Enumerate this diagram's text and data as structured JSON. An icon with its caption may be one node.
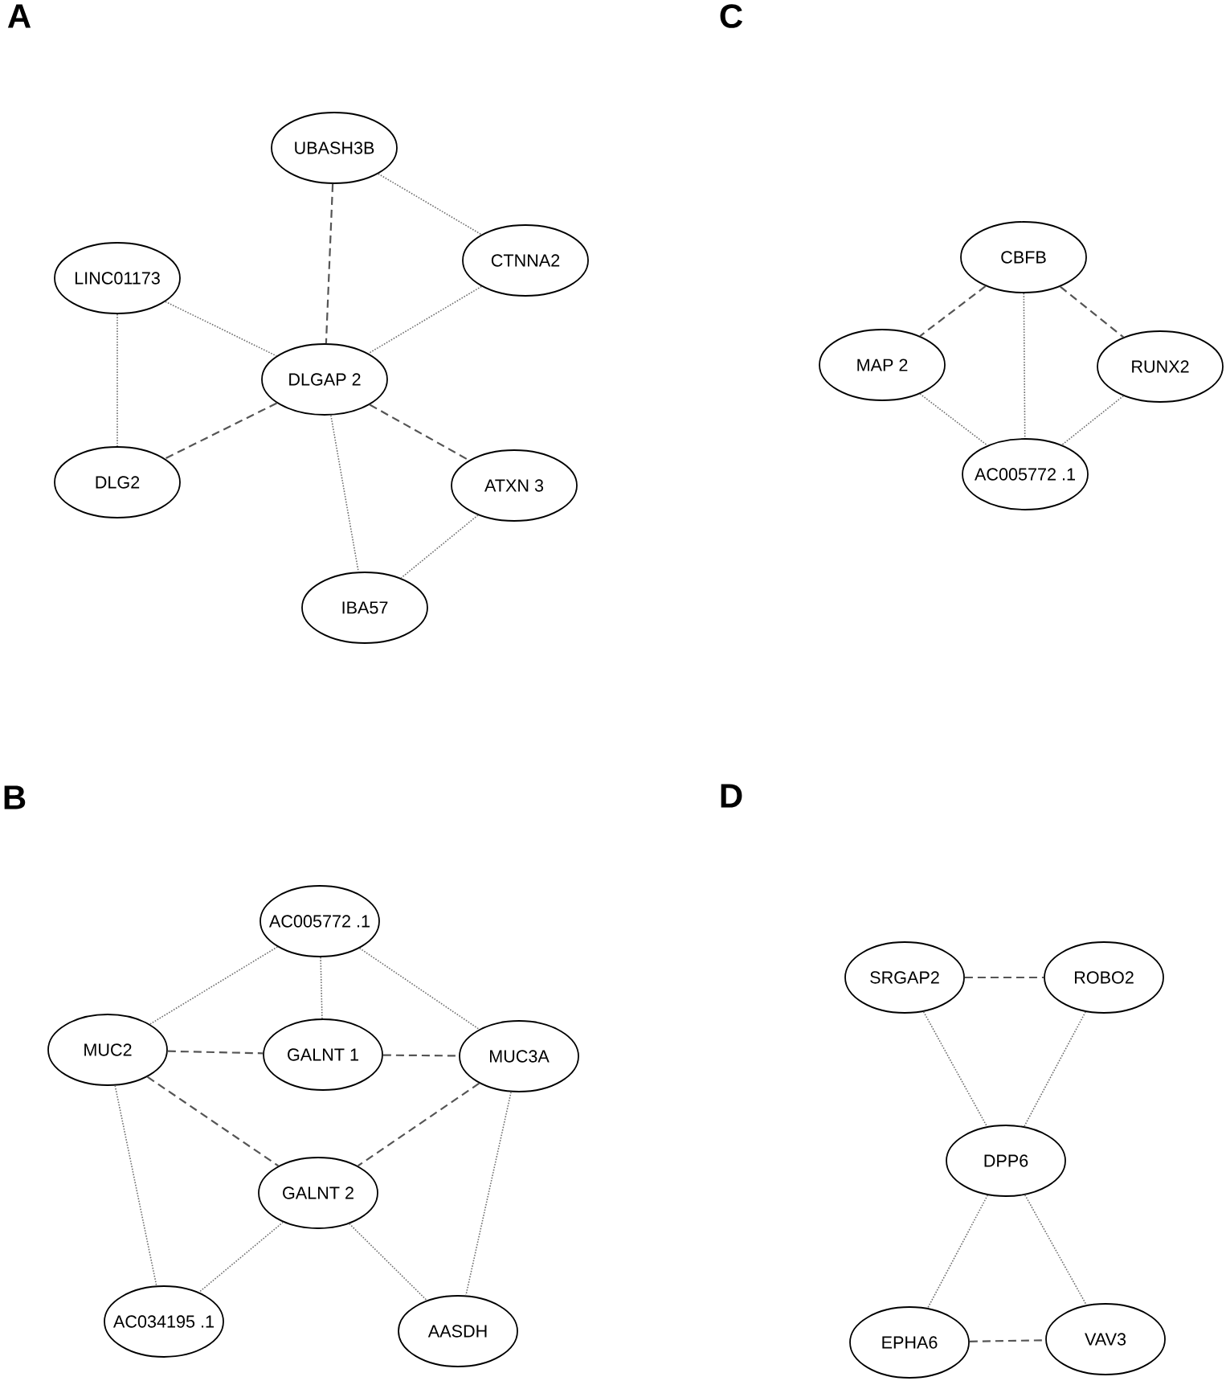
{
  "diagram": {
    "nodes": [
      {
        "text": [
          "UBASH3B"
        ]
      },
      {
        "text": [
          "CTNNA2"
        ]
      },
      {
        "text": [
          "LINC01173"
        ]
      },
      {
        "text": [
          "DLGAP 2"
        ]
      },
      {
        "text": [
          "DLG2"
        ]
      },
      {
        "text": [
          "ATXN 3"
        ]
      },
      {
        "text": [
          "IBA57"
        ]
      },
      {
        "text": [
          "CBFB"
        ]
      },
      {
        "text": [
          "MAP 2"
        ]
      },
      {
        "text": [
          "RUNX2"
        ]
      },
      {
        "text": [
          "AC005772 .1"
        ]
      },
      {
        "text": [
          "AC005772 .1"
        ]
      },
      {
        "text": [
          "MUC2"
        ]
      },
      {
        "text": [
          "GALNT 1"
        ]
      },
      {
        "text": [
          "MUC3A"
        ]
      },
      {
        "text": [
          "GALNT 2"
        ]
      },
      {
        "text": [
          "AC034195 .1"
        ]
      },
      {
        "text": [
          "AASDH"
        ]
      },
      {
        "text": [
          "SRGAP2"
        ]
      },
      {
        "text": [
          "ROBO2"
        ]
      },
      {
        "text": [
          "DPP6"
        ]
      },
      {
        "text": [
          "EPHA6"
        ]
      },
      {
        "text": [
          "VAV3"
        ]
      }
    ],
    "edges": [
      {
        "from": 0,
        "to": 1,
        "arrow": "none"
      },
      {
        "from": 0,
        "to": 3,
        "arrow": "none",
        "style": "dashed"
      },
      {
        "from": 2,
        "to": 3,
        "arrow": "none"
      },
      {
        "from": 1,
        "to": 3,
        "arrow": "none"
      },
      {
        "from": 2,
        "to": 4,
        "arrow": "none"
      },
      {
        "from": 3,
        "to": 4,
        "arrow": "none",
        "style": "dashed"
      },
      {
        "from": 3,
        "to": 5,
        "arrow": "none",
        "style": "dashed"
      },
      {
        "from": 3,
        "to": 6,
        "arrow": "none"
      },
      {
        "from": 5,
        "to": 6,
        "arrow": "none"
      },
      {
        "from": 7,
        "to": 8,
        "arrow": "none",
        "style": "dashed"
      },
      {
        "from": 7,
        "to": 9,
        "arrow": "none",
        "style": "dashed"
      },
      {
        "from": 7,
        "to": 10,
        "arrow": "none"
      },
      {
        "from": 8,
        "to": 10,
        "arrow": "none"
      },
      {
        "from": 9,
        "to": 10,
        "arrow": "none"
      },
      {
        "from": 11,
        "to": 12,
        "arrow": "none"
      },
      {
        "from": 11,
        "to": 13,
        "arrow": "none"
      },
      {
        "from": 11,
        "to": 14,
        "arrow": "none"
      },
      {
        "from": 12,
        "to": 13,
        "arrow": "none",
        "style": "dashed"
      },
      {
        "from": 13,
        "to": 14,
        "arrow": "none",
        "style": "dashed"
      },
      {
        "from": 12,
        "to": 15,
        "arrow": "none",
        "style": "dashed"
      },
      {
        "from": 14,
        "to": 15,
        "arrow": "none",
        "style": "dashed"
      },
      {
        "from": 12,
        "to": 16,
        "arrow": "none"
      },
      {
        "from": 14,
        "to": 17,
        "arrow": "none"
      },
      {
        "from": 15,
        "to": 16,
        "arrow": "none"
      },
      {
        "from": 15,
        "to": 17,
        "arrow": "none"
      },
      {
        "from": 18,
        "to": 19,
        "arrow": "none",
        "style": "dashed"
      },
      {
        "from": 18,
        "to": 20,
        "arrow": "none"
      },
      {
        "from": 19,
        "to": 20,
        "arrow": "none"
      },
      {
        "from": 20,
        "to": 21,
        "arrow": "none"
      },
      {
        "from": 20,
        "to": 22,
        "arrow": "none"
      },
      {
        "from": 21,
        "to": 22,
        "arrow": "none",
        "style": "dashed"
      }
    ],
    "labels": [
      "A",
      "C",
      "B",
      "D"
    ]
  }
}
